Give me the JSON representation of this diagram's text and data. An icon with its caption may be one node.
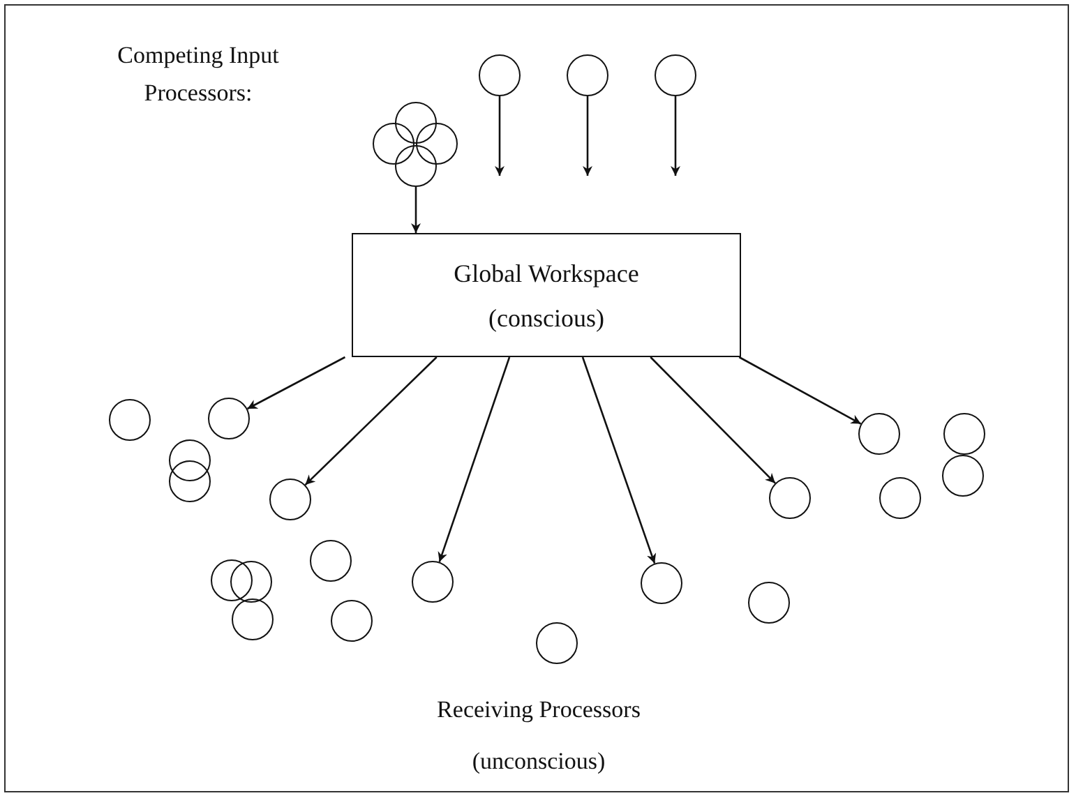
{
  "diagram": {
    "nodes": [
      {
        "text": [],
        "shape": "circle"
      },
      {
        "text": [],
        "shape": "circle"
      },
      {
        "text": [],
        "shape": "circle"
      },
      {
        "text": [],
        "shape": "circle"
      },
      {
        "text": [],
        "shape": "circle"
      },
      {
        "text": [],
        "shape": "circle"
      },
      {
        "text": [],
        "shape": "circle"
      },
      {
        "text": [
          "Global Workspace",
          "(conscious)"
        ]
      },
      {
        "text": [],
        "shape": "circle"
      },
      {
        "text": [],
        "shape": "circle"
      },
      {
        "text": [],
        "shape": "circle"
      },
      {
        "text": [],
        "shape": "circle"
      },
      {
        "text": [],
        "shape": "circle"
      },
      {
        "text": [],
        "shape": "circle"
      },
      {
        "text": [],
        "shape": "circle"
      },
      {
        "text": [],
        "shape": "circle"
      },
      {
        "text": [],
        "shape": "circle"
      },
      {
        "text": [],
        "shape": "circle"
      },
      {
        "text": [],
        "shape": "circle"
      },
      {
        "text": [],
        "shape": "circle"
      },
      {
        "text": [],
        "shape": "circle"
      },
      {
        "text": [],
        "shape": "circle"
      },
      {
        "text": [],
        "shape": "circle"
      },
      {
        "text": [],
        "shape": "circle"
      },
      {
        "text": [],
        "shape": "circle"
      },
      {
        "text": [],
        "shape": "circle"
      },
      {
        "text": [],
        "shape": "circle"
      }
    ],
    "edges": [
      {
        "from": 0,
        "to": null,
        "arrow": "to"
      },
      {
        "from": 1,
        "to": null,
        "arrow": "to"
      },
      {
        "from": 2,
        "to": null,
        "arrow": "to"
      },
      {
        "from": 6,
        "to": 7,
        "arrow": "to"
      },
      {
        "from": 7,
        "to": 9,
        "arrow": "to"
      },
      {
        "from": 7,
        "to": 17,
        "arrow": "to"
      },
      {
        "from": 7,
        "to": 21,
        "arrow": "to"
      },
      {
        "from": 7,
        "to": 22,
        "arrow": "to"
      },
      {
        "from": 7,
        "to": 15,
        "arrow": "to"
      },
      {
        "from": 7,
        "to": 10,
        "arrow": "to"
      }
    ],
    "labels": [
      "Competing Input Processors:",
      "Receiving Processors",
      "(unconscious)"
    ]
  }
}
